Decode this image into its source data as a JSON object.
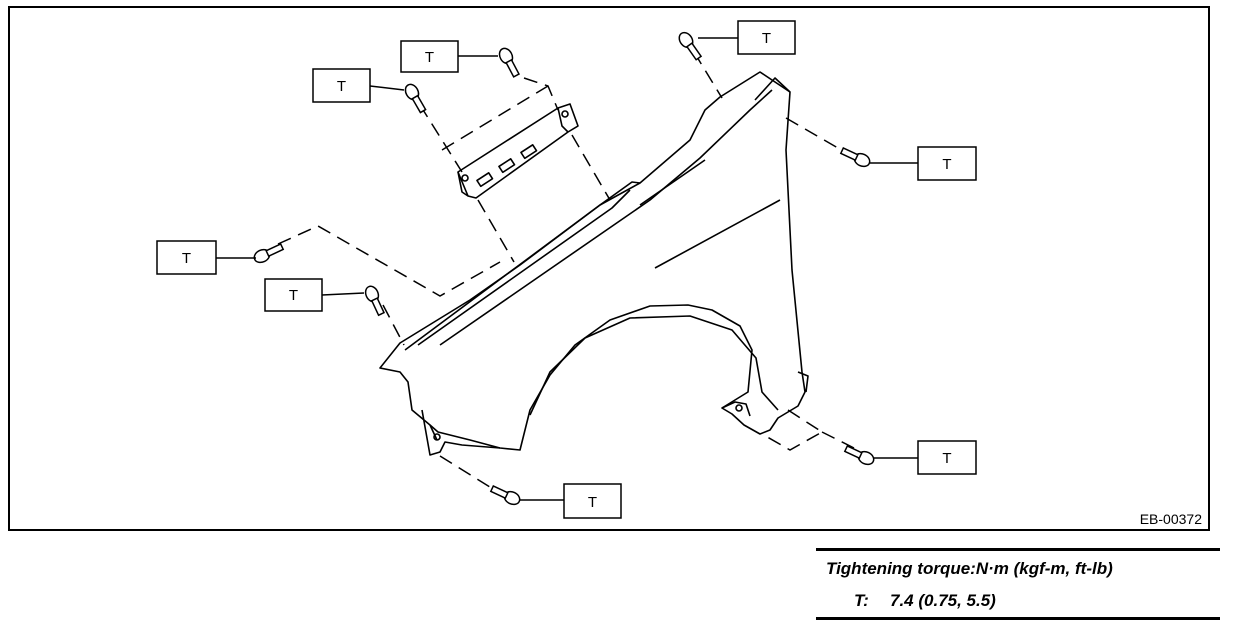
{
  "figure": {
    "id": "EB-00372",
    "callout_label": "T"
  },
  "torque": {
    "heading": "Tightening torque:N·m (kgf-m, ft-lb)",
    "key": "T:",
    "value": "7.4 (0.75, 5.5)"
  }
}
